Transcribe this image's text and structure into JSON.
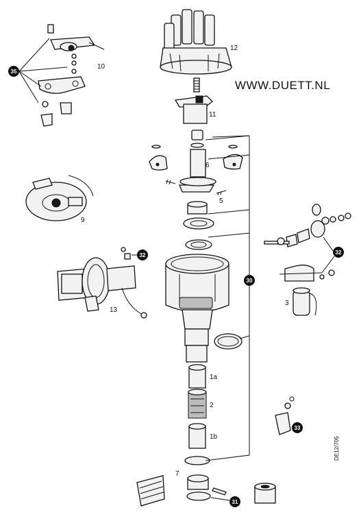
{
  "website": "WWW.DUETT.NL",
  "drawing_code": "DE12/705",
  "labels": {
    "l12": "12",
    "l11": "11",
    "l10": "10",
    "l9": "9",
    "l6": "6",
    "l5": "5",
    "l13": "13",
    "l3": "3",
    "l1a": "1a",
    "l2": "2",
    "l1b": "1b",
    "l7": "7"
  },
  "badges": {
    "b35": "35",
    "b32a": "32",
    "b32b": "32",
    "b30": "30",
    "b33": "33",
    "b31": "31"
  }
}
